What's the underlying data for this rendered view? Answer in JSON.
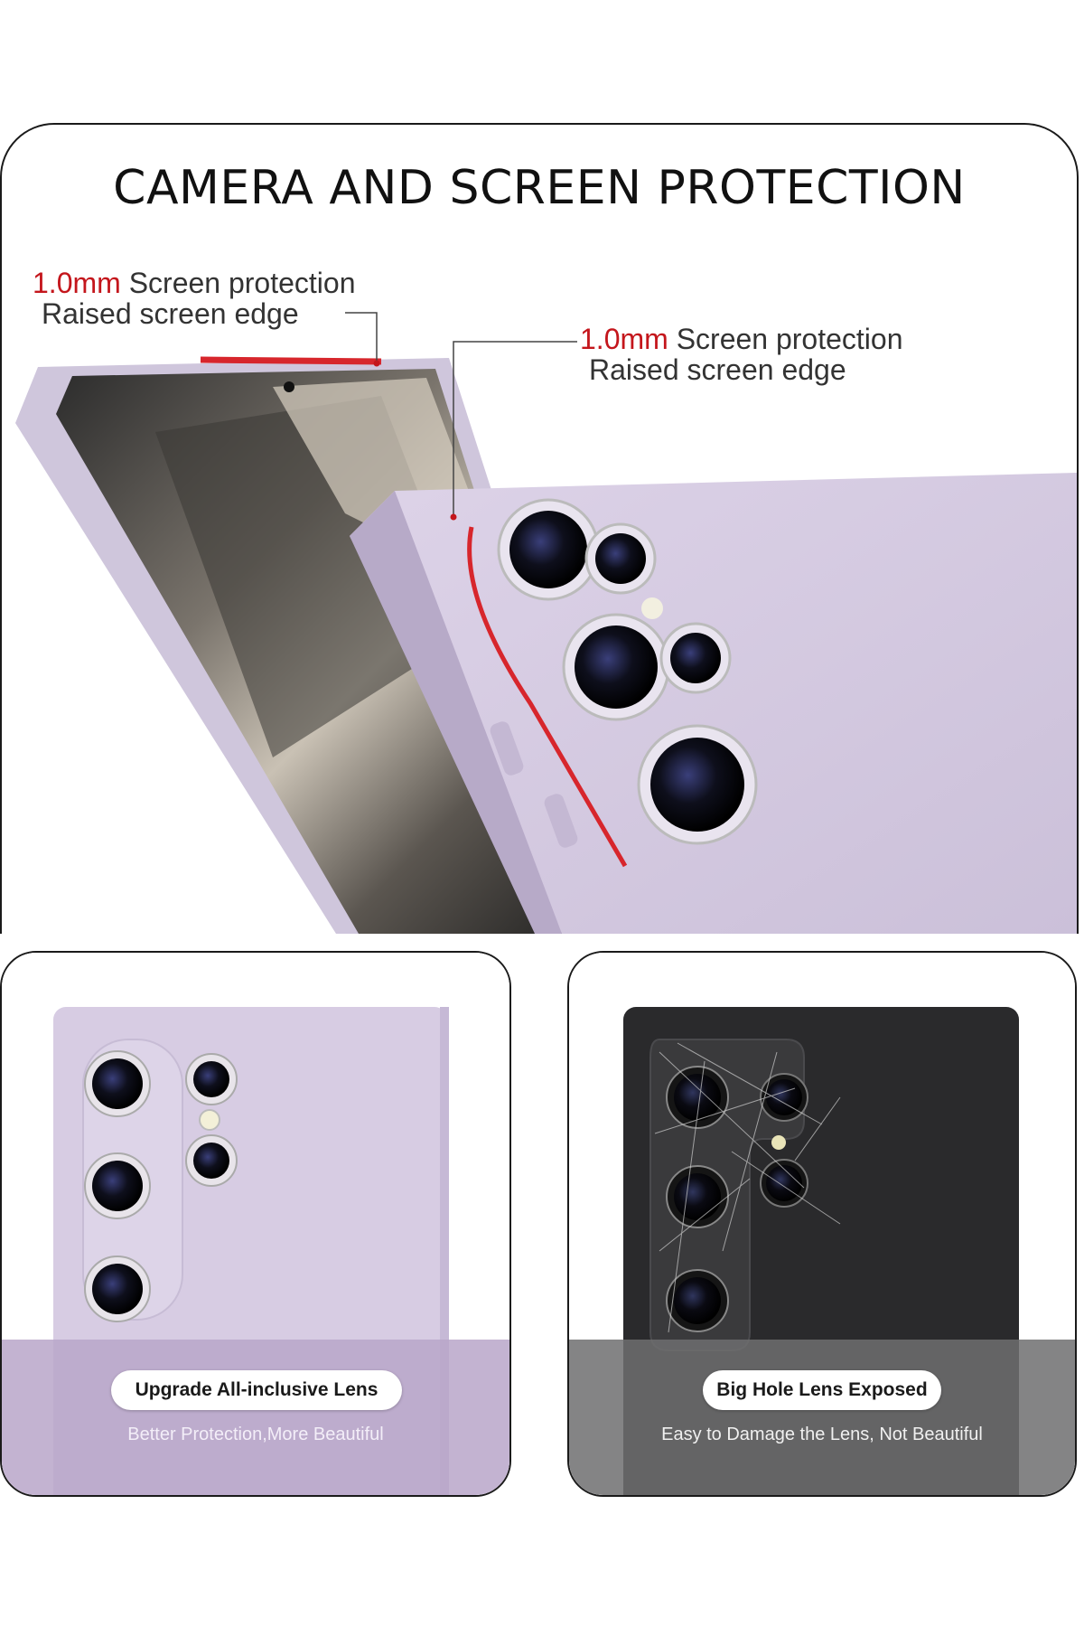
{
  "top": {
    "title": "CAMERA AND SCREEN PROTECTION",
    "callout_left": {
      "highlight": "1.0mm",
      "line1_rest": " Screen protection",
      "line2": "Raised screen edge"
    },
    "callout_right": {
      "highlight": "1.0mm",
      "line1_rest": " Screen protection",
      "line2": "Raised screen edge"
    }
  },
  "bottom_left": {
    "pill": "Upgrade All-inclusive Lens",
    "caption": "Better Protection,More Beautiful"
  },
  "bottom_right": {
    "pill": "Big Hole Lens Exposed",
    "caption": "Easy to Damage the Lens, Not Beautiful"
  },
  "colors": {
    "accent_red": "#c4161c",
    "case_lavender": "#d6cce2",
    "case_black": "#2a2a2c"
  }
}
